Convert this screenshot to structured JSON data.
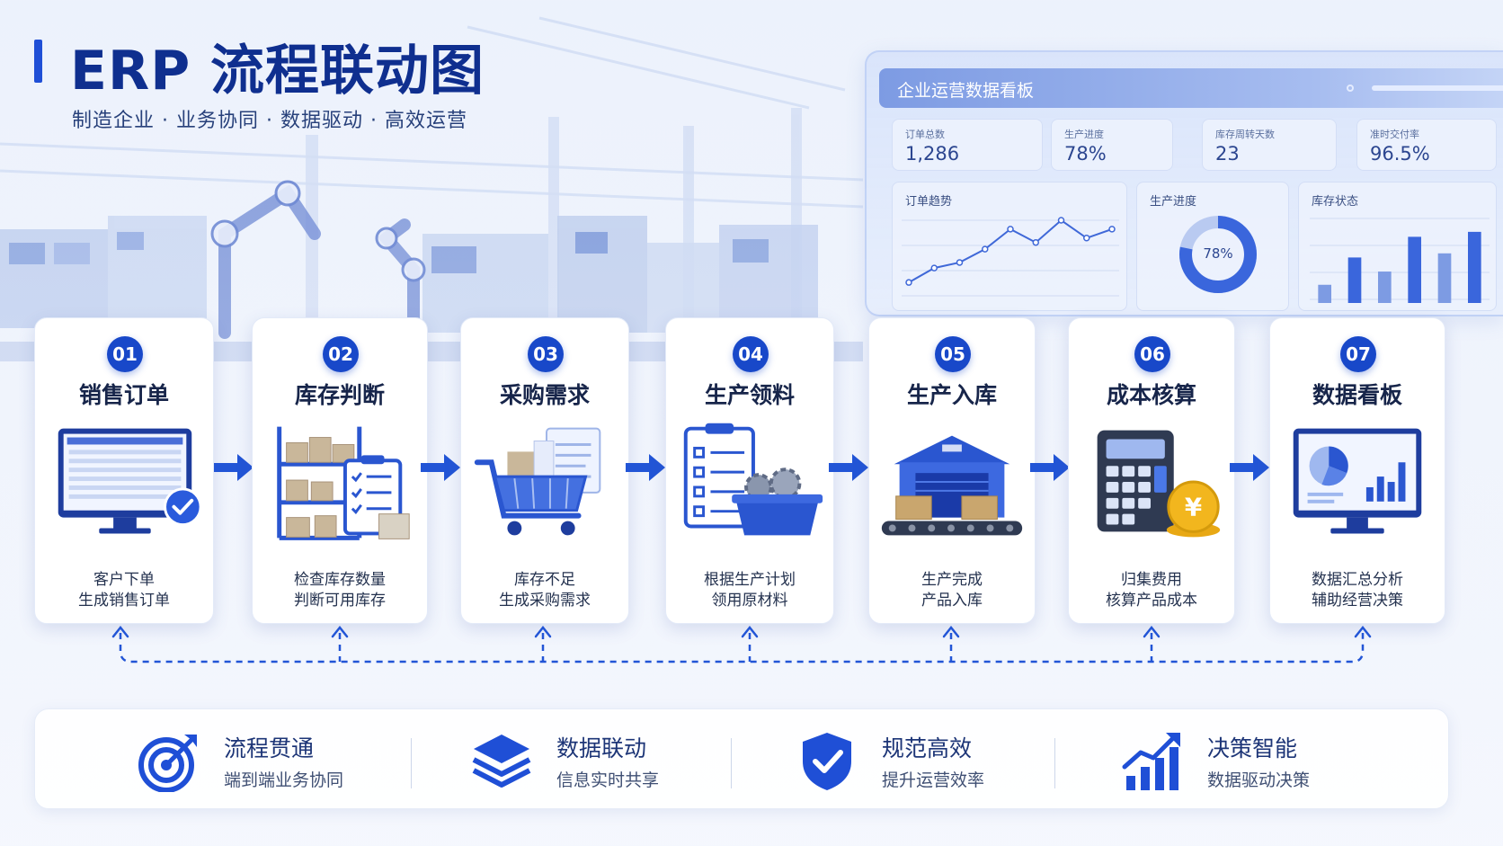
{
  "header": {
    "title": "ERP 流程联动图",
    "subtitle": "制造企业 · 业务协同 · 数据驱动 · 高效运营"
  },
  "dashboard": {
    "title": "企业运营数据看板",
    "kpis": [
      {
        "label": "订单总数",
        "value": "1,286"
      },
      {
        "label": "生产进度",
        "value": "78%"
      },
      {
        "label": "库存周转天数",
        "value": "23"
      },
      {
        "label": "准时交付率",
        "value": "96.5%"
      }
    ],
    "panels": {
      "trend_label": "订单趋势",
      "progress_label": "生产进度",
      "progress_value": "78%",
      "progress_fraction": 0.78,
      "inventory_label": "库存状态"
    }
  },
  "chart_data": [
    {
      "type": "line",
      "title": "订单趋势",
      "values": [
        12,
        25,
        30,
        42,
        60,
        48,
        68,
        52,
        60
      ]
    },
    {
      "type": "pie",
      "title": "生产进度",
      "values": [
        78,
        22
      ]
    },
    {
      "type": "bar",
      "title": "库存状态",
      "values": [
        22,
        55,
        38,
        80,
        60,
        86
      ]
    }
  ],
  "steps": [
    {
      "num": "01",
      "title": "销售订单",
      "desc1": "客户下单",
      "desc2": "生成销售订单"
    },
    {
      "num": "02",
      "title": "库存判断",
      "desc1": "检查库存数量",
      "desc2": "判断可用库存"
    },
    {
      "num": "03",
      "title": "采购需求",
      "desc1": "库存不足",
      "desc2": "生成采购需求"
    },
    {
      "num": "04",
      "title": "生产领料",
      "desc1": "根据生产计划",
      "desc2": "领用原材料"
    },
    {
      "num": "05",
      "title": "生产入库",
      "desc1": "生产完成",
      "desc2": "产品入库"
    },
    {
      "num": "06",
      "title": "成本核算",
      "desc1": "归集费用",
      "desc2": "核算产品成本"
    },
    {
      "num": "07",
      "title": "数据看板",
      "desc1": "数据汇总分析",
      "desc2": "辅助经营决策"
    }
  ],
  "features": [
    {
      "title": "流程贯通",
      "sub": "端到端业务协同",
      "icon": "target-icon"
    },
    {
      "title": "数据联动",
      "sub": "信息实时共享",
      "icon": "layers-icon"
    },
    {
      "title": "规范高效",
      "sub": "提升运营效率",
      "icon": "shield-check-icon"
    },
    {
      "title": "决策智能",
      "sub": "数据驱动决策",
      "icon": "growth-chart-icon"
    }
  ],
  "colors": {
    "primary": "#1848c9",
    "title": "#0f2f8f",
    "accent_light": "#7d9be3",
    "gold": "#f2b61e"
  }
}
